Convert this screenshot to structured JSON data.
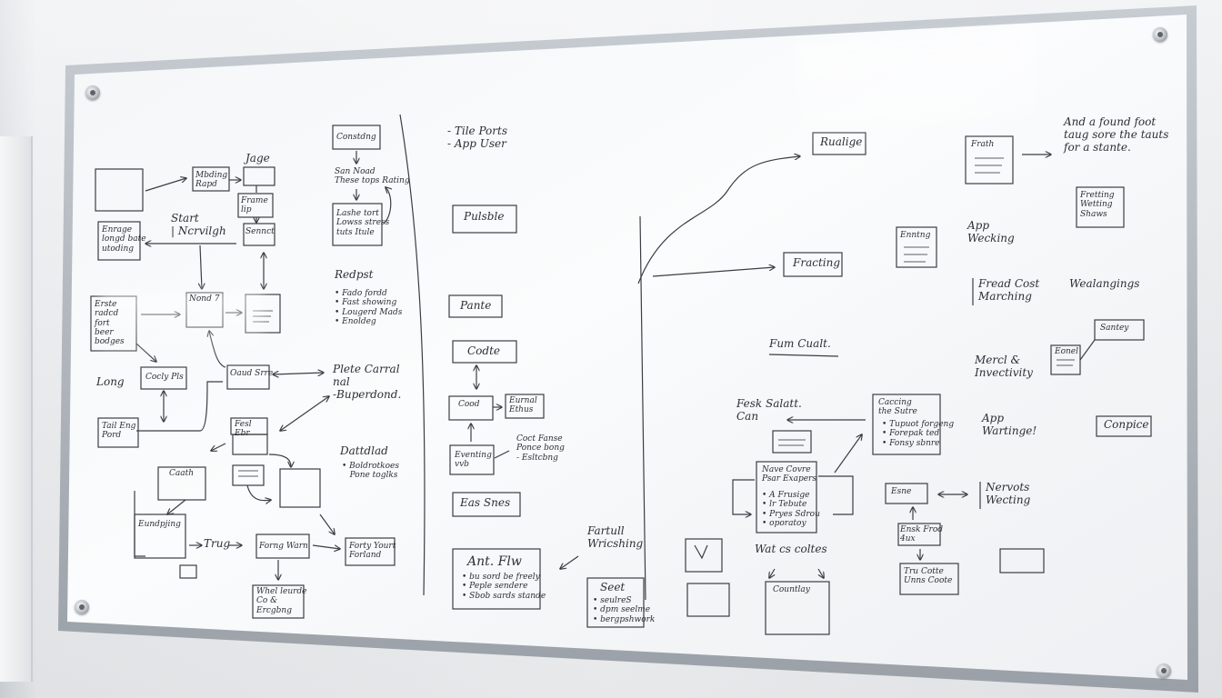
{
  "whiteboard": {
    "notes": [
      {
        "id": "jage",
        "text": "Jage"
      },
      {
        "id": "mbdlng",
        "text": "Mbding\nRapd"
      },
      {
        "id": "start",
        "text": "Start\n| Ncrvilgh"
      },
      {
        "id": "frame-ip",
        "text": "Frame\nlip"
      },
      {
        "id": "sennct",
        "text": "Sennct"
      },
      {
        "id": "enrage",
        "text": "Enrage\nlongd bate\nutoding"
      },
      {
        "id": "erste",
        "text": "Erste\nradcd\nfort\nbeer\nbodges"
      },
      {
        "id": "nond",
        "text": "Nond 7"
      },
      {
        "id": "long",
        "text": "Long"
      },
      {
        "id": "cocly-pls",
        "text": "Cocly Pls"
      },
      {
        "id": "oaud-srre",
        "text": "Oaud Srre"
      },
      {
        "id": "tail-eing",
        "text": "Tail Eng\nPord"
      },
      {
        "id": "feel-ebr",
        "text": "Fesl\nEbr"
      },
      {
        "id": "caath",
        "text": "Caath"
      },
      {
        "id": "eundy",
        "text": "Eundpjing"
      },
      {
        "id": "trug",
        "text": "Trug"
      },
      {
        "id": "forng-warn",
        "text": "Forng Warn"
      },
      {
        "id": "forty-yourt",
        "text": "Forty Yourt\nForland"
      },
      {
        "id": "whel-leurde",
        "text": "Whel leurde\nCo &\nErcgbng"
      },
      {
        "id": "constng",
        "text": "Constdng"
      },
      {
        "id": "sen-nead",
        "text": "San Noad\nThese tops Rating"
      },
      {
        "id": "lashe-tort",
        "text": "Lashe tort\nLowss stress\ntuts Itule"
      },
      {
        "id": "rcpat",
        "text": "Redpst"
      },
      {
        "id": "rcpat-list",
        "text": "• Fado fordd\n• Fast showing\n• Lougerd Mads\n• Enoldeg"
      },
      {
        "id": "plete-carral",
        "text": "Plete Carral\nnal\n-Buperdond."
      },
      {
        "id": "dattdlad",
        "text": "Dattdlad"
      },
      {
        "id": "dattdlad-list",
        "text": "• Boldrotkoes\n   Pone toglks"
      },
      {
        "id": "tile-ports",
        "text": "- Tile Ports\n- App User"
      },
      {
        "id": "pulsble",
        "text": "Pulsble"
      },
      {
        "id": "pante",
        "text": "Pante"
      },
      {
        "id": "codte",
        "text": "Codte"
      },
      {
        "id": "cood",
        "text": "Cood"
      },
      {
        "id": "eurnal",
        "text": "Eurnal\nEthus"
      },
      {
        "id": "coct-fanse",
        "text": "Coct Fanse\nPonce bong\n- Esltcbng"
      },
      {
        "id": "eventing",
        "text": "Eventing\nvvb"
      },
      {
        "id": "eas-snes",
        "text": "Eas Snes"
      },
      {
        "id": "ant-flw",
        "text": "Ant. Flw"
      },
      {
        "id": "ant-flw-list",
        "text": "• bu sord be freely\n• Peple sendere\n• Sbob sards stande"
      },
      {
        "id": "fartull",
        "text": "Fartull\nWricshing"
      },
      {
        "id": "seet",
        "text": "Seet"
      },
      {
        "id": "seet-list",
        "text": "• seulreS\n• dpm seelme\n• bergpshwork"
      },
      {
        "id": "rualige",
        "text": "Rualige"
      },
      {
        "id": "fracting",
        "text": "Fracting"
      },
      {
        "id": "fum-cualt",
        "text": "Fum Cualt."
      },
      {
        "id": "fesk-salatt",
        "text": "Fesk Salatt.\nCan"
      },
      {
        "id": "caccing",
        "text": "Caccing\nthe Sutre"
      },
      {
        "id": "caccing-list",
        "text": "• Tupuot forgeng\n• Forepak ted\n• Fonsy sbnre"
      },
      {
        "id": "nave-cover",
        "text": "Nave Covre\nPsar Exapers"
      },
      {
        "id": "nave-list",
        "text": "• A Frusige\n• lr Tebute\n• Pryes Sdrou\n• oporatoy"
      },
      {
        "id": "wat-cs-coltes",
        "text": "Wat cs coltes"
      },
      {
        "id": "countlay",
        "text": "Countlay"
      },
      {
        "id": "frath",
        "text": "Frath"
      },
      {
        "id": "and-a-fount",
        "text": "And a found foot\ntaug sore the tauts\nfor a stante."
      },
      {
        "id": "fretting",
        "text": "Fretting\nWetting\nShaws"
      },
      {
        "id": "app-wecking",
        "text": "App\nWecking"
      },
      {
        "id": "enntng",
        "text": "Enntng"
      },
      {
        "id": "fread-cost",
        "text": "Fread Cost\nMarching"
      },
      {
        "id": "wealangings",
        "text": "Wealangings"
      },
      {
        "id": "sanity",
        "text": "Santey"
      },
      {
        "id": "mercl",
        "text": "Mercl &\nInvectivity"
      },
      {
        "id": "eonel",
        "text": "Eonel"
      },
      {
        "id": "app-warting",
        "text": "App\nWartinge!"
      },
      {
        "id": "conpice",
        "text": "Conpice"
      },
      {
        "id": "esne",
        "text": "Esne"
      },
      {
        "id": "nervots",
        "text": "Nervots\nWecting"
      },
      {
        "id": "ensk-frod",
        "text": "Ensk Frod\n4ux"
      },
      {
        "id": "tru-cotte",
        "text": "Tru Cotte\nUnns Coote"
      }
    ]
  }
}
